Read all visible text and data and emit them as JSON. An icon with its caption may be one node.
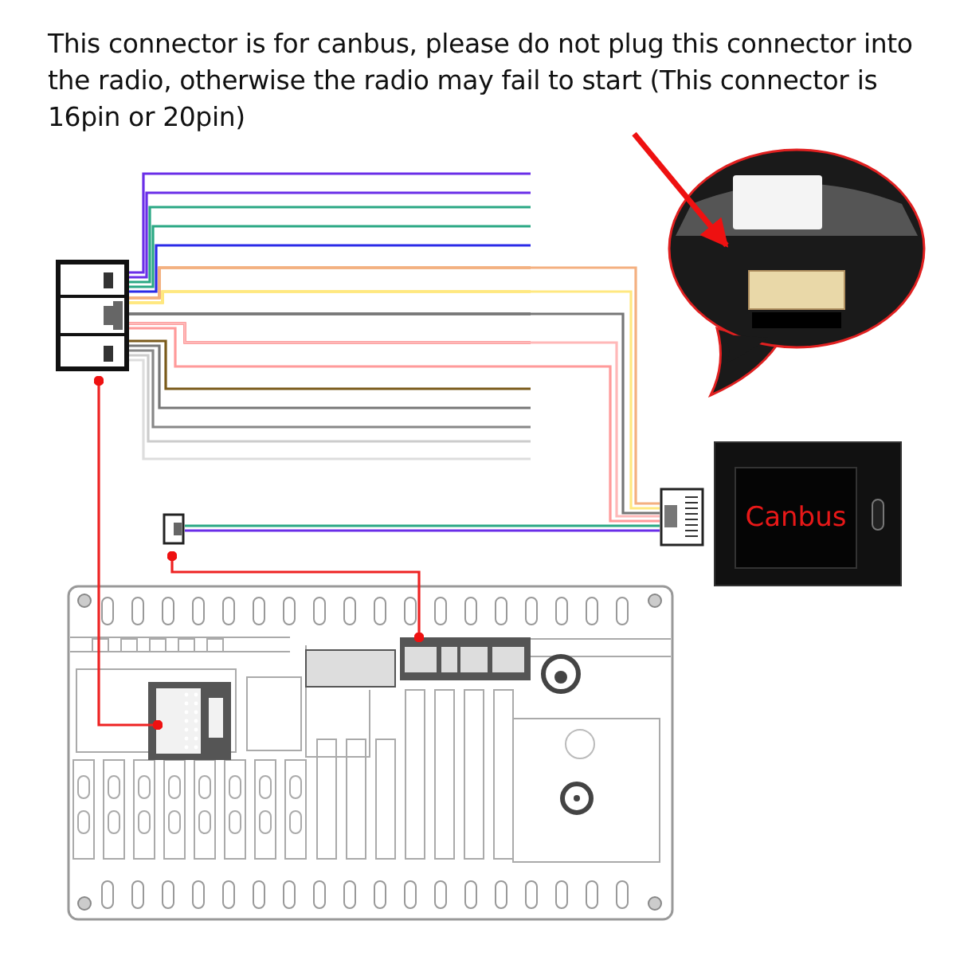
{
  "diagram": {
    "title": "This connector is for canbus, please do not plug this connector into the radio, otherwise the radio may fail to start (This connector is 16pin or 20pin)",
    "nodes": [
      {
        "text": [],
        "shape": "box"
      },
      {
        "text": [],
        "shape": "box"
      },
      {
        "text": [],
        "shape": "box"
      },
      {
        "text": [
          "Canbus"
        ]
      },
      {
        "text": [],
        "shape": "picture"
      },
      {
        "text": [],
        "shape": "picture"
      },
      {
        "text": [],
        "shape": "box",
        "in": 5
      },
      {
        "text": [],
        "shape": "box",
        "in": 5
      }
    ],
    "edges": [
      {
        "from": 0,
        "to": null,
        "arrow": "none",
        "color": "#6a2ee8"
      },
      {
        "from": 0,
        "to": null,
        "arrow": "none",
        "color": "#6a2ee8"
      },
      {
        "from": 0,
        "to": null,
        "arrow": "none",
        "color": "#2aa884"
      },
      {
        "from": 0,
        "to": null,
        "arrow": "none",
        "color": "#2aa884"
      },
      {
        "from": 0,
        "to": null,
        "arrow": "none",
        "color": "#2a2ae8"
      },
      {
        "from": 0,
        "to": null,
        "arrow": "none",
        "color": "#e8802a"
      },
      {
        "from": 0,
        "to": null,
        "arrow": "none",
        "color": "#ffd820"
      },
      {
        "from": 0,
        "to": null,
        "arrow": "none",
        "color": "#222222"
      },
      {
        "from": 0,
        "to": null,
        "arrow": "none",
        "color": "#ee1111"
      },
      {
        "from": 0,
        "to": null,
        "arrow": "none",
        "color": "#7a5a1a"
      },
      {
        "from": 0,
        "to": null,
        "arrow": "none",
        "color": "#777777"
      },
      {
        "from": 0,
        "to": null,
        "arrow": "none",
        "color": "#888888"
      },
      {
        "from": 0,
        "to": null,
        "arrow": "none",
        "color": "#cccccc"
      },
      {
        "from": 0,
        "to": null,
        "arrow": "none",
        "color": "#dddddd"
      },
      {
        "from": 0,
        "to": 2,
        "arrow": "none",
        "color": "#f4b080"
      },
      {
        "from": 0,
        "to": 2,
        "arrow": "none",
        "color": "#ffe880"
      },
      {
        "from": 0,
        "to": 2,
        "arrow": "none",
        "color": "#777777"
      },
      {
        "from": 0,
        "to": 2,
        "arrow": "none",
        "color": "#ff9a9a"
      },
      {
        "from": 0,
        "to": 2,
        "arrow": "none",
        "color": "#ffb8b8"
      },
      {
        "from": 1,
        "to": 2,
        "arrow": "none",
        "color": "#2aa884"
      },
      {
        "from": 1,
        "to": 2,
        "arrow": "none",
        "color": "#6a2ee8"
      },
      {
        "from": 0,
        "to": 6,
        "arrow": "other",
        "color": "#ee2222"
      },
      {
        "from": 1,
        "to": 7,
        "arrow": "other",
        "color": "#ee2222"
      },
      {
        "from": null,
        "to": 4,
        "arrow": "to",
        "style": "thick",
        "color": "#ee1111"
      }
    ]
  }
}
